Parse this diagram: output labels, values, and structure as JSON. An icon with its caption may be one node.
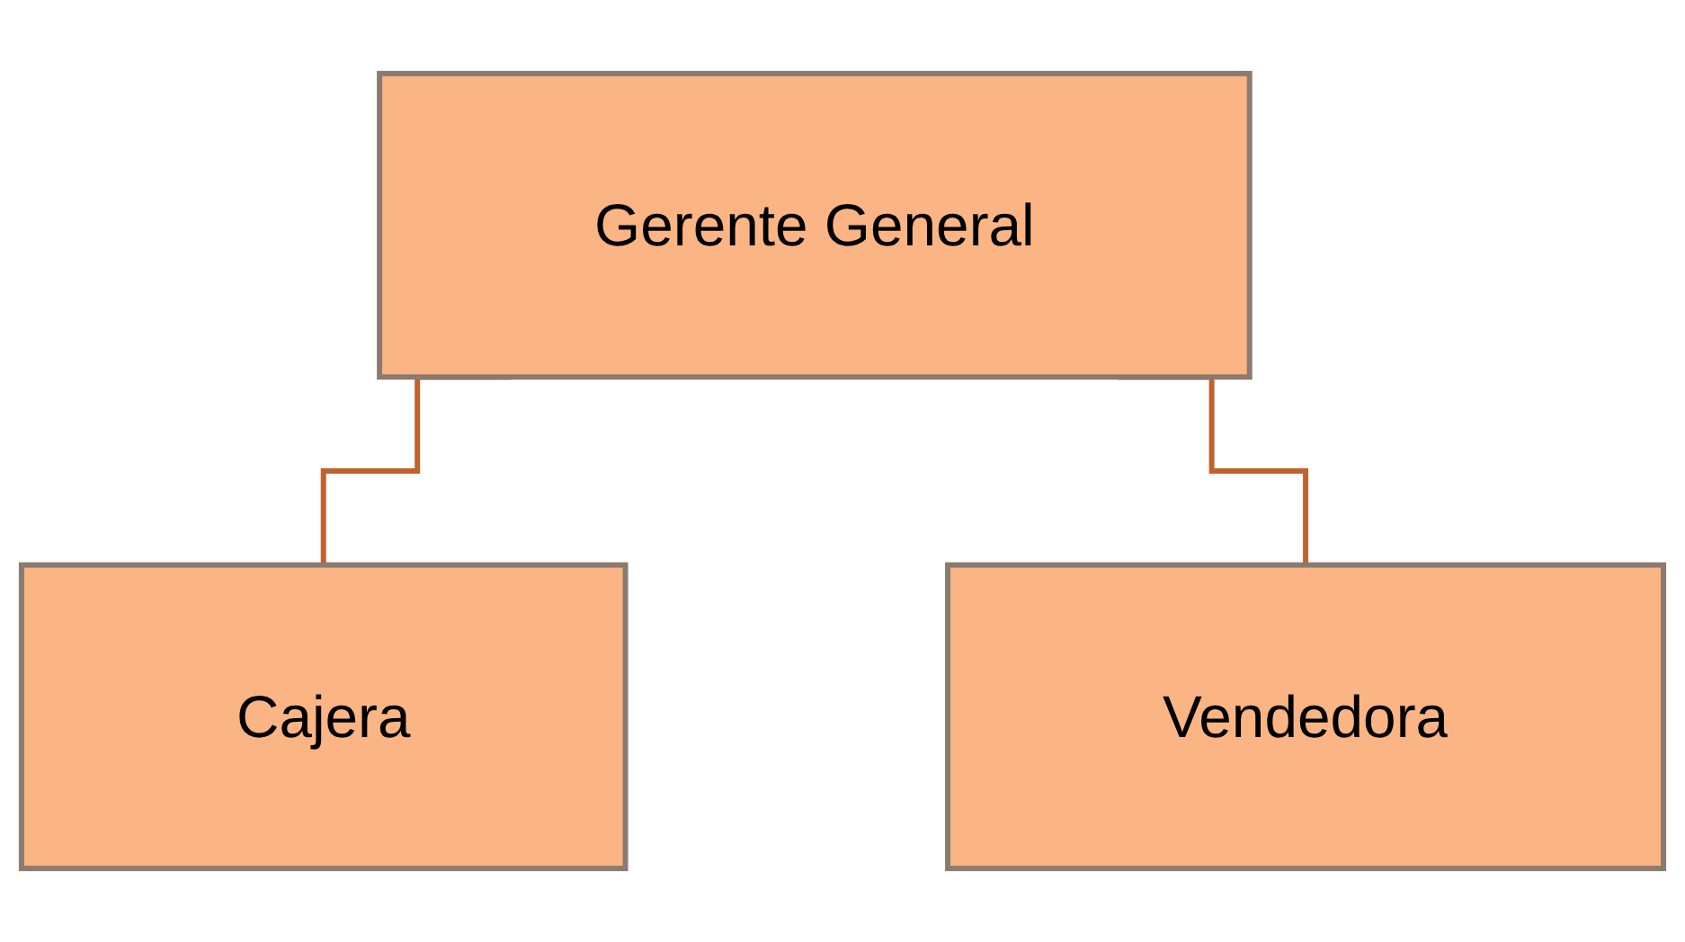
{
  "diagram": {
    "nodes": [
      {
        "text": [
          "Gerente General"
        ]
      },
      {
        "text": [
          "Cajera"
        ]
      },
      {
        "text": [
          "Vendedora"
        ]
      }
    ],
    "edges": [
      {
        "from": 0,
        "to": 1,
        "arrow": "none"
      },
      {
        "from": 0,
        "to": 2,
        "arrow": "none"
      }
    ]
  }
}
